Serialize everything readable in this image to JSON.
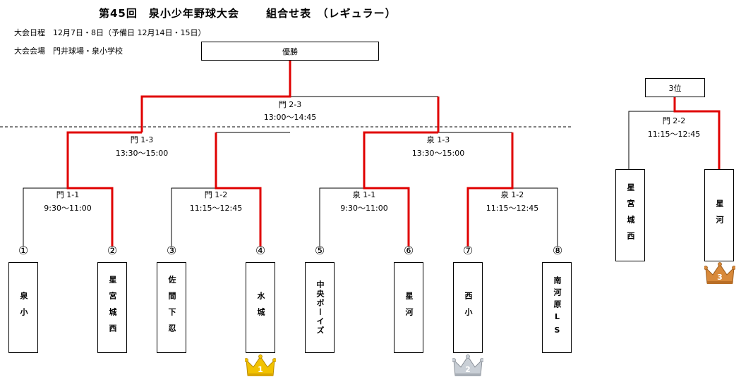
{
  "title": "第45回　泉小少年野球大会　　 組合せ表　（レギュラー）",
  "schedule": "大会日程　12月7日・8日（予備日 12月14日・15日）",
  "venue": "大会会場　門井球場・泉小学校",
  "final_box": "優勝",
  "third_box": "3位",
  "matches": {
    "final": {
      "venue": "門 2-3",
      "time": "13:00〜14:45"
    },
    "semi_left": {
      "venue": "門 1-3",
      "time": "13:30〜15:00"
    },
    "semi_right": {
      "venue": "泉 1-3",
      "time": "13:30〜15:00"
    },
    "r1_1": {
      "venue": "門 1-1",
      "time": "9:30〜11:00"
    },
    "r1_2": {
      "venue": "門 1-2",
      "time": "11:15〜12:45"
    },
    "r1_3": {
      "venue": "泉 1-1",
      "time": "9:30〜11:00"
    },
    "r1_4": {
      "venue": "泉 1-2",
      "time": "11:15〜12:45"
    },
    "third": {
      "venue": "門 2-2",
      "time": "11:15〜12:45"
    }
  },
  "teams": [
    {
      "num": "①",
      "name": "泉小"
    },
    {
      "num": "②",
      "name": "星宮城西"
    },
    {
      "num": "③",
      "name": "佐間下忍"
    },
    {
      "num": "④",
      "name": "水城"
    },
    {
      "num": "⑤",
      "name": "中央ボーイズ"
    },
    {
      "num": "⑥",
      "name": "星河"
    },
    {
      "num": "⑦",
      "name": "西小"
    },
    {
      "num": "⑧",
      "name": "南河原LS"
    }
  ],
  "third_teams": [
    {
      "name": "星宮城西"
    },
    {
      "name": "星河"
    }
  ],
  "crowns": [
    {
      "rank": "1",
      "color": "#e8b400"
    },
    {
      "rank": "2",
      "color": "#b8bec6"
    },
    {
      "rank": "3",
      "color": "#c87a2a"
    }
  ],
  "colors": {
    "win_line": "#e00000",
    "line": "#000000"
  }
}
